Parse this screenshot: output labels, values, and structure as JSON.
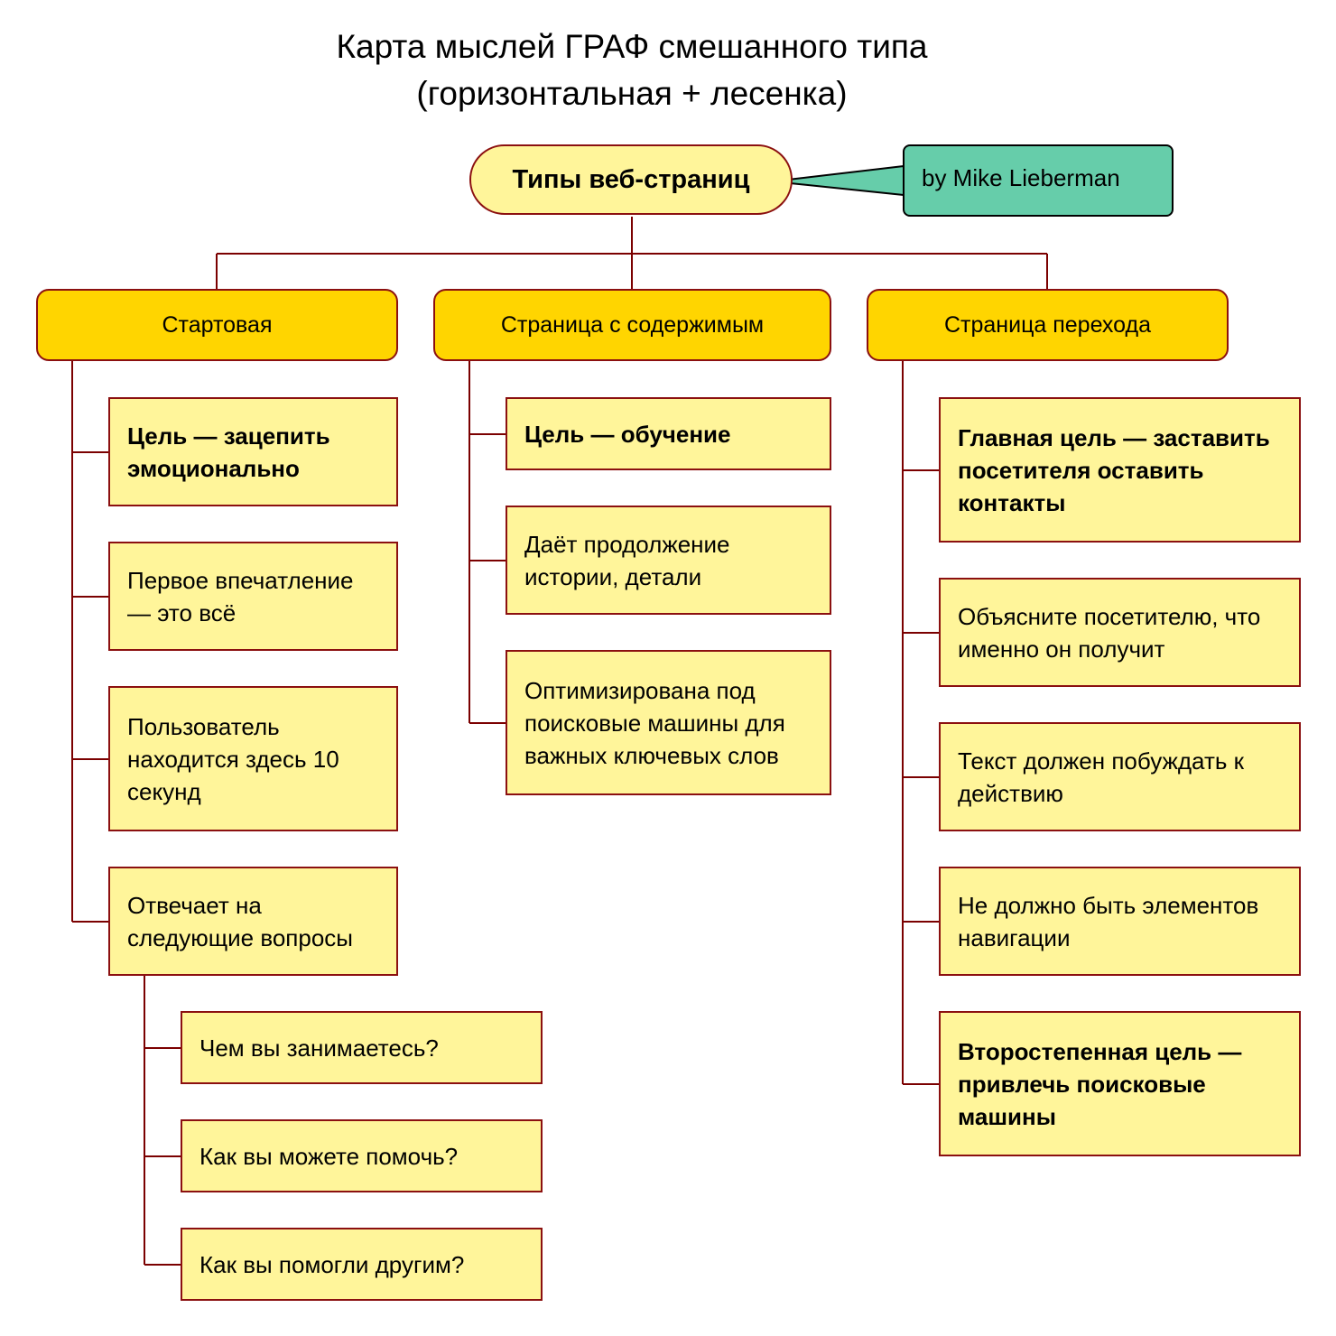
{
  "title": {
    "line1": "Карта мыслей ГРАФ смешанного типа",
    "line2": "(горизонтальная + лесенка)"
  },
  "root": {
    "label": "Типы веб-страниц"
  },
  "note": {
    "text": "by Mike Lieberman"
  },
  "colors": {
    "root_fill": "#fff59a",
    "category_fill": "#ffd500",
    "leaf_fill": "#fff59a",
    "note_fill": "#66cdaa",
    "connector": "#7b0000"
  },
  "categories": [
    {
      "label": "Стартовая",
      "items": [
        {
          "text": "Цель — зацепить эмоционально",
          "bold": true
        },
        {
          "text": "Первое впечатление — это всё",
          "bold": false
        },
        {
          "text": "Пользователь находится здесь 10 секунд",
          "bold": false
        },
        {
          "text": "Отвечает на следующие вопросы",
          "bold": false
        }
      ],
      "subitems": [
        {
          "text": "Чем вы занимаетесь?"
        },
        {
          "text": "Как вы можете помочь?"
        },
        {
          "text": "Как вы помогли другим?"
        }
      ]
    },
    {
      "label": "Страница с содержимым",
      "items": [
        {
          "text": "Цель — обучение",
          "bold": true
        },
        {
          "text": "Даёт продолжение истории, детали",
          "bold": false
        },
        {
          "text": "Оптимизирована под поисковые машины для важных ключевых слов",
          "bold": false
        }
      ]
    },
    {
      "label": "Страница перехода",
      "items": [
        {
          "text": "Главная цель — заставить посетителя оставить контакты",
          "bold": true
        },
        {
          "text": "Объясните посетителю, что именно он получит",
          "bold": false
        },
        {
          "text": "Текст должен побуждать к действию",
          "bold": false
        },
        {
          "text": "Не должно быть элементов навигации",
          "bold": false
        },
        {
          "text": "Второстепенная цель — привлечь поисковые машины",
          "bold": true
        }
      ]
    }
  ]
}
